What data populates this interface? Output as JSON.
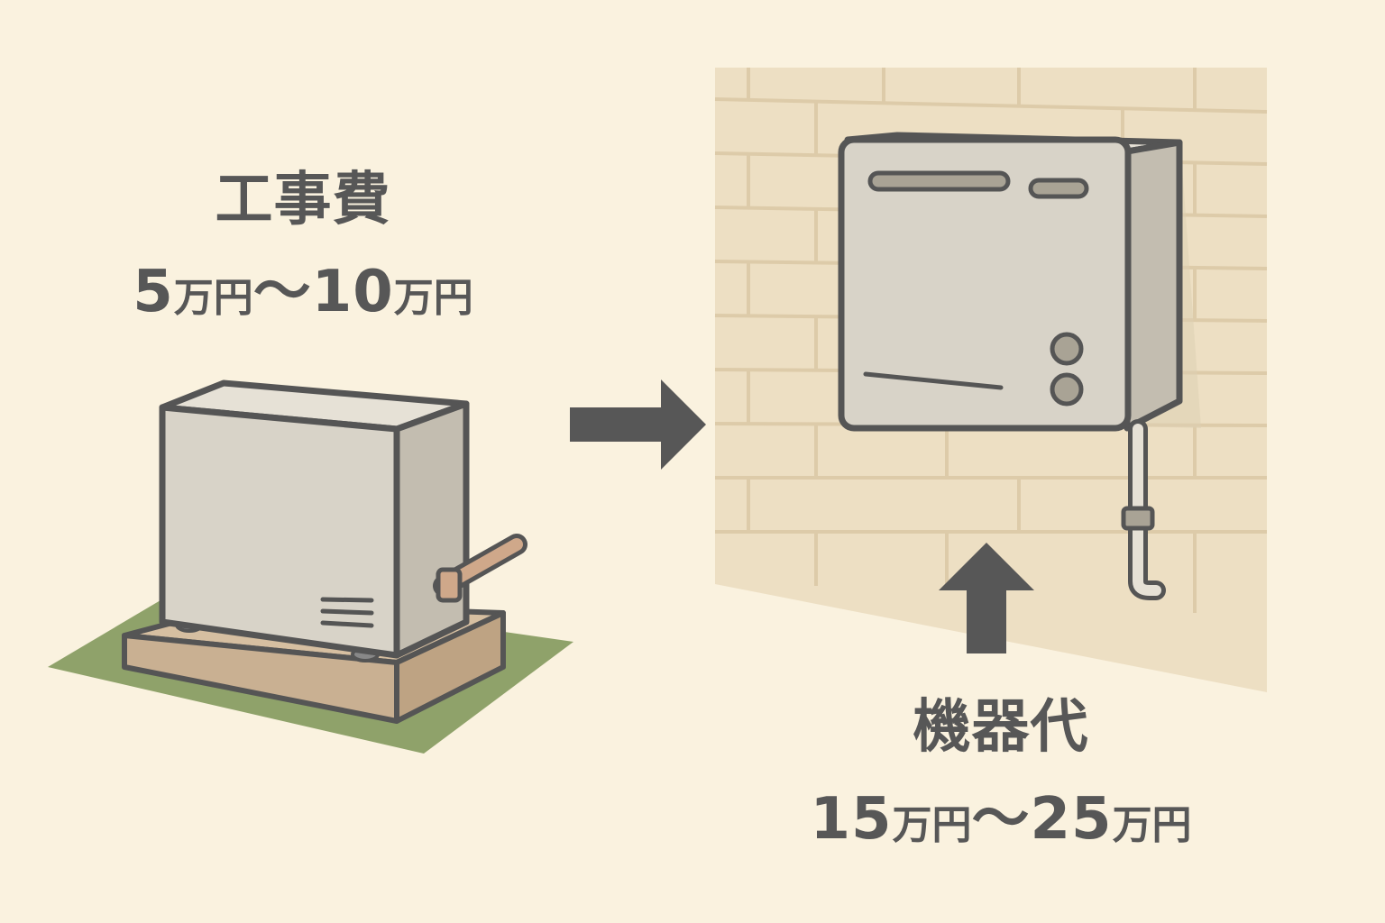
{
  "labels": {
    "construction": {
      "title": "工事費",
      "range_a": "5",
      "unit_a": "万円",
      "tilde": "〜",
      "range_b": "10",
      "unit_b": "万円"
    },
    "equipment": {
      "title": "機器代",
      "range_a": "15",
      "unit_a": "万円",
      "tilde": "〜",
      "range_b": "25",
      "unit_b": "万円"
    }
  },
  "colors": {
    "background": "#faf2df",
    "text": "#575757",
    "outline": "#555555",
    "unit_body": "#d8d3c8",
    "wall": "#eddfc3",
    "brick_line": "#ddcba9",
    "grass": "#8fa26a",
    "base": "#c9b092",
    "arrow": "#575757"
  },
  "icons": {
    "old_unit": "ground-mounted-water-heater-icon",
    "new_unit": "wall-mounted-water-heater-icon",
    "transition_arrow": "right-arrow-icon",
    "pointer_arrow": "up-arrow-icon"
  }
}
